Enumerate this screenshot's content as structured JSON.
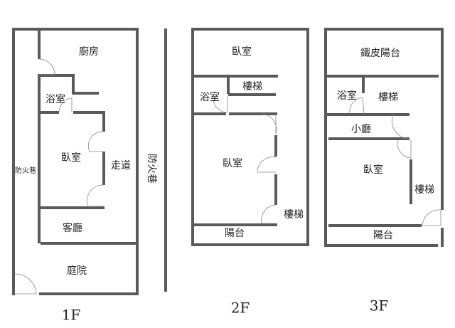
{
  "floor_1": {
    "label": "1F",
    "rooms": {
      "kitchen": "廚房",
      "bathroom": "浴室",
      "bedroom": "臥室",
      "corridor": "走道",
      "fire_lane_inner": "防火巷",
      "fire_lane_outer": "防火巷",
      "living_room": "客廳",
      "courtyard": "庭院"
    }
  },
  "floor_2": {
    "label": "2F",
    "rooms": {
      "bedroom_front": "臥室",
      "stairs_top": "樓梯",
      "bathroom": "浴室",
      "bedroom_main": "臥室",
      "stairs": "樓梯",
      "balcony": "陽台"
    }
  },
  "floor_3": {
    "label": "3F",
    "rooms": {
      "iron_balcony": "鐵皮陽台",
      "bathroom": "浴室",
      "stairs_top": "樓梯",
      "small_hall": "小廳",
      "bedroom": "臥室",
      "stairs": "樓梯",
      "balcony": "陽台"
    }
  }
}
